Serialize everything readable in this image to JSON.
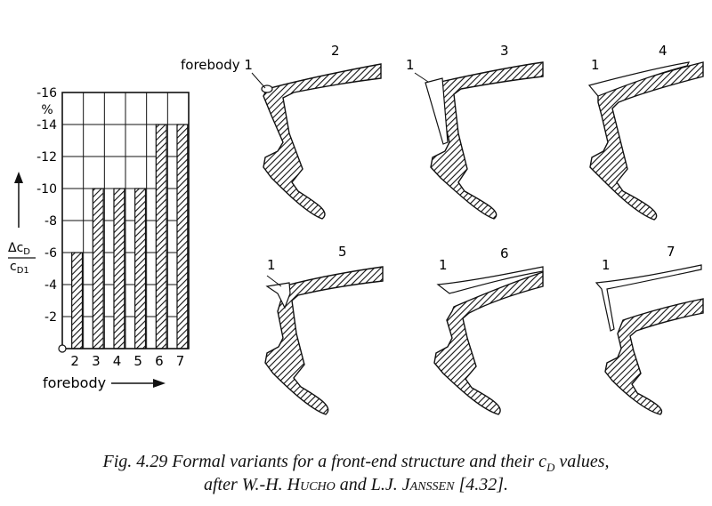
{
  "chart_data": {
    "type": "bar",
    "categories": [
      "2",
      "3",
      "4",
      "5",
      "6",
      "7"
    ],
    "values": [
      -6,
      -10,
      -10,
      -10,
      -14,
      -14
    ],
    "ylim": [
      0,
      -16
    ],
    "yticks": [
      "-2",
      "-4",
      "-6",
      "-8",
      "-10",
      "-12",
      "-14",
      "-16"
    ],
    "y_unit": "%",
    "ylabel_num": "Δc",
    "ylabel_num_sub": "D",
    "ylabel_den": "c",
    "ylabel_den_sub": "D1",
    "xlabel": "forebody",
    "grid": true,
    "bar_fill": "hatched"
  },
  "sketches": [
    {
      "id": "2",
      "ref_label": "forebody 1",
      "variant_label": "2"
    },
    {
      "id": "3",
      "ref_label": "1",
      "variant_label": "3"
    },
    {
      "id": "4",
      "ref_label": "1",
      "variant_label": "4"
    },
    {
      "id": "5",
      "ref_label": "1",
      "variant_label": "5"
    },
    {
      "id": "6",
      "ref_label": "1",
      "variant_label": "6"
    },
    {
      "id": "7",
      "ref_label": "1",
      "variant_label": "7"
    }
  ],
  "caption": {
    "line1_prefix": "Fig. 4.29  Formal variants for a front-end structure and their ",
    "line1_symbol": "c",
    "line1_symbol_sub": "D",
    "line1_suffix": " values,",
    "line2_prefix": "after W.-H. H",
    "line2_sc1": "ucho",
    "line2_mid": " and L.J. J",
    "line2_sc2": "anssen",
    "line2_suffix": " [4.32]."
  },
  "colors": {
    "ink": "#111111",
    "background": "#ffffff"
  }
}
